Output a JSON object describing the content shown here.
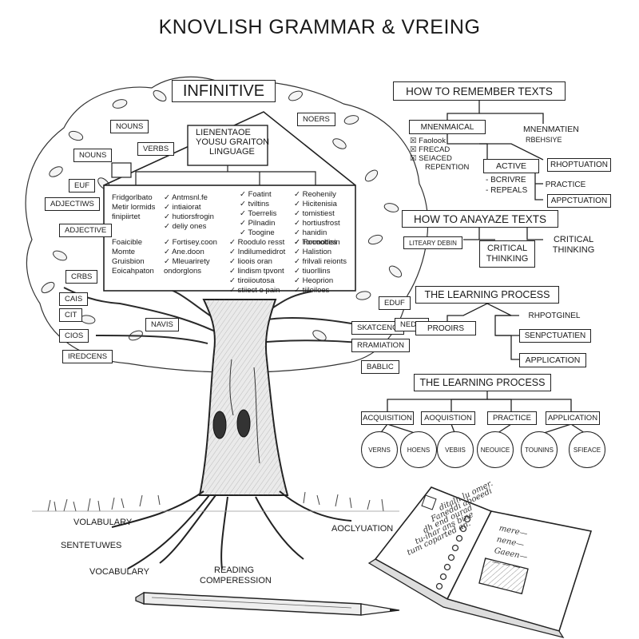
{
  "title": "KNOVLISH GRAMMAR & VREING",
  "tree": {
    "header": "INFINITIVE",
    "board_heading": [
      "LIENENTAOE",
      "YOUSU GRAITON",
      "LINGUAGE"
    ],
    "board_columns": [
      [
        "Fridgorlbato",
        "Metir lormids",
        "finipiirtet"
      ],
      [
        "✓ Antmsnl.fe",
        "✓ intiaiorat",
        "✓ hutiorsfrogin",
        "✓ deliy ones"
      ],
      [
        "✓ Foatint",
        "✓ tviltins",
        "✓ Toerrelis",
        "✓ Pilnadin",
        "✓ Toogine"
      ],
      [
        "✓ Reohenily",
        "✓ Hicitenisia",
        "✓ tomistiest",
        "✓ hortiusfrost",
        "✓ hanidin",
        "✓ Hocoobisin"
      ],
      [
        "Foaicible",
        "Momte",
        "Gruisbion",
        "Eoicahpaton"
      ],
      [
        "✓ Fortisey.coon",
        "✓ Ane.doon",
        "✓ Mleuarirety",
        "ondorglons"
      ],
      [
        "✓ Roodulo resst",
        "✓ Indilumedidrot",
        "✓ lioois oran",
        "✓ lindism tpvont",
        "✓ tiroiioutosa",
        "✓ stiiect o pain"
      ],
      [
        "✓ Tonmotles",
        "✓ Halistion",
        "✓ frilvali reionts",
        "✓ tiuorllins",
        "✓ Heoprion",
        "✓ tiiloiloes"
      ]
    ],
    "tags_left": [
      "NOUNS",
      "NOUNS",
      "VERBS",
      "EUF",
      "ADJECTIWS",
      "ADJECTIVE",
      "CRBS",
      "CAIS",
      "CIT",
      "CIOS",
      "IREDCENS",
      "NAVIS"
    ],
    "tags_right": [
      "NOERS",
      "EDUF",
      "SKATCENG",
      "NEDIS",
      "RRAMIATION",
      "BABLIC"
    ],
    "roots": [
      "VOLABULARY",
      "SENTETUWES",
      "VOCABULARY",
      "AOCLYUATION"
    ],
    "roots_center": [
      "READING",
      "COMPERESSION"
    ]
  },
  "remember": {
    "title": "HOW TO REMEMBER TEXTS",
    "mnemonical": "MNENMAICAL",
    "mnemonic_list": [
      "☒ Faolook",
      "☒ FRECAD",
      "☒ SEIACED",
      "REPENTION"
    ],
    "mnemation": "MNENMATIEN",
    "mnemation_sub": "RBEHSIYE",
    "active": "ACTIVE",
    "active_list": [
      "- BCRIVRE",
      "- REPEALS"
    ],
    "right_list": [
      "RHOPTUATION",
      "PRACTICE",
      "APPCTUATION"
    ]
  },
  "analyze": {
    "title": "HOW TO ANAYAZE TEXTS",
    "literary": "LITEARY DEBIN",
    "critical_1": [
      "CRITICAL",
      "THINKING"
    ],
    "critical_2": [
      "CRITICAL",
      "THINKING"
    ]
  },
  "learning1": {
    "title": "THE LEARNING PROCESS",
    "left": "PROOIRS",
    "right": [
      "RHPOTGINEL",
      "SENPCTUATIEN",
      "APPLICATION"
    ]
  },
  "learning2": {
    "title": "THE LEARNING PROCESS",
    "stages": [
      "ACQUISITION",
      "AOQUISTION",
      "PRACTICE",
      "APPLICATION"
    ],
    "circles": [
      "VERNS",
      "HOENS",
      "VEBIIS",
      "NEOUICE",
      "TOUNINS",
      "SFIEACE"
    ]
  },
  "notebook": {
    "left_lines": [
      "ditaln lu omer.",
      "Faneddi aboeedi",
      "dh end ourad",
      "tu-ihar ans bine",
      "tum coparted an."
    ],
    "right_lines": [
      "mere—",
      "nene—",
      "Gaeen—",
      "— — —"
    ]
  }
}
